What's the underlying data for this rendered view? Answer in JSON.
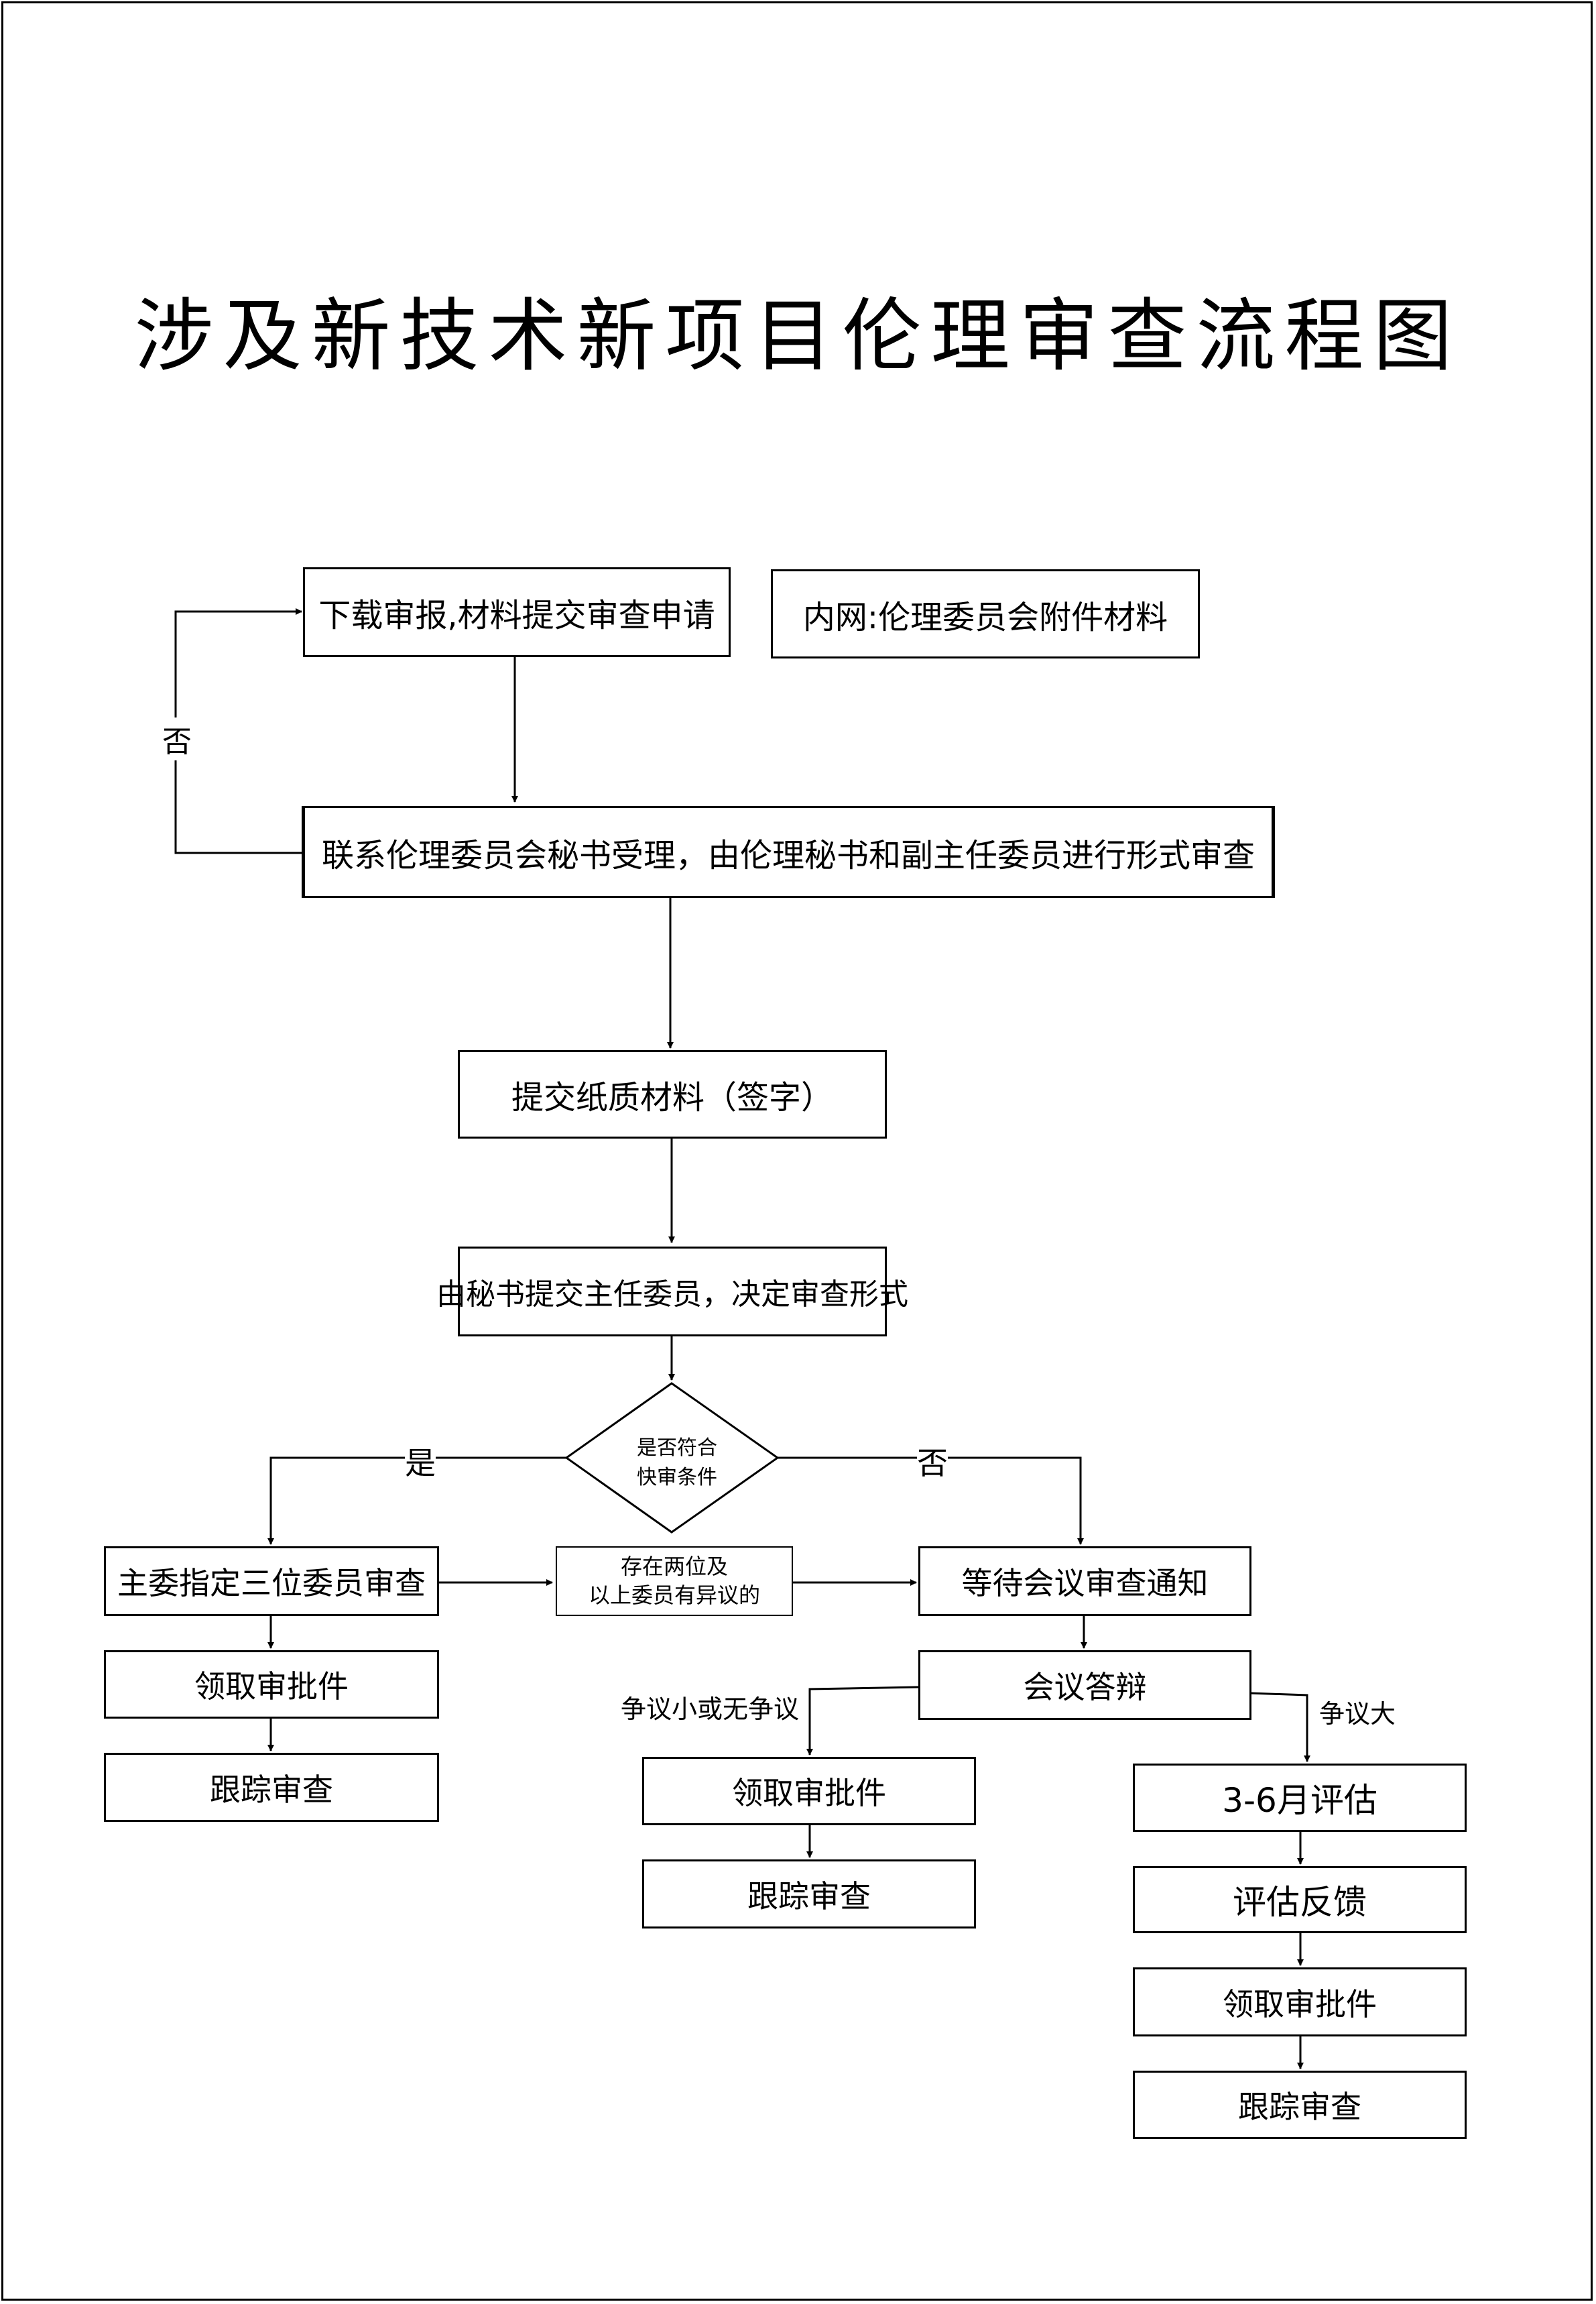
{
  "title": "涉及新技术新项目伦理审查流程图",
  "nodes": {
    "download": "下载审报,材料提交审查申请",
    "intranet": "内网:伦理委员会附件材料",
    "contact": "联系伦理委员会秘书受理，由伦理秘书和副主任委员进行形式审查",
    "paper": "提交纸质材料（签字）",
    "decide": "由秘书提交主任委员，决定审查形式",
    "diamond_line1": "是否符合",
    "diamond_line2": "快审条件",
    "three_members": "主委指定三位委员审查",
    "objection_line1": "存在两位及",
    "objection_line2": "以上委员有异议的",
    "await_meeting": "等待会议审查通知",
    "defense": "会议答辩",
    "get_approval": "领取审批件",
    "track": "跟踪审查",
    "eval": "3-6月评估",
    "feedback": "评估反馈"
  },
  "labels": {
    "no": "否",
    "yes": "是",
    "minor": "争议小或无争议",
    "major": "争议大"
  }
}
